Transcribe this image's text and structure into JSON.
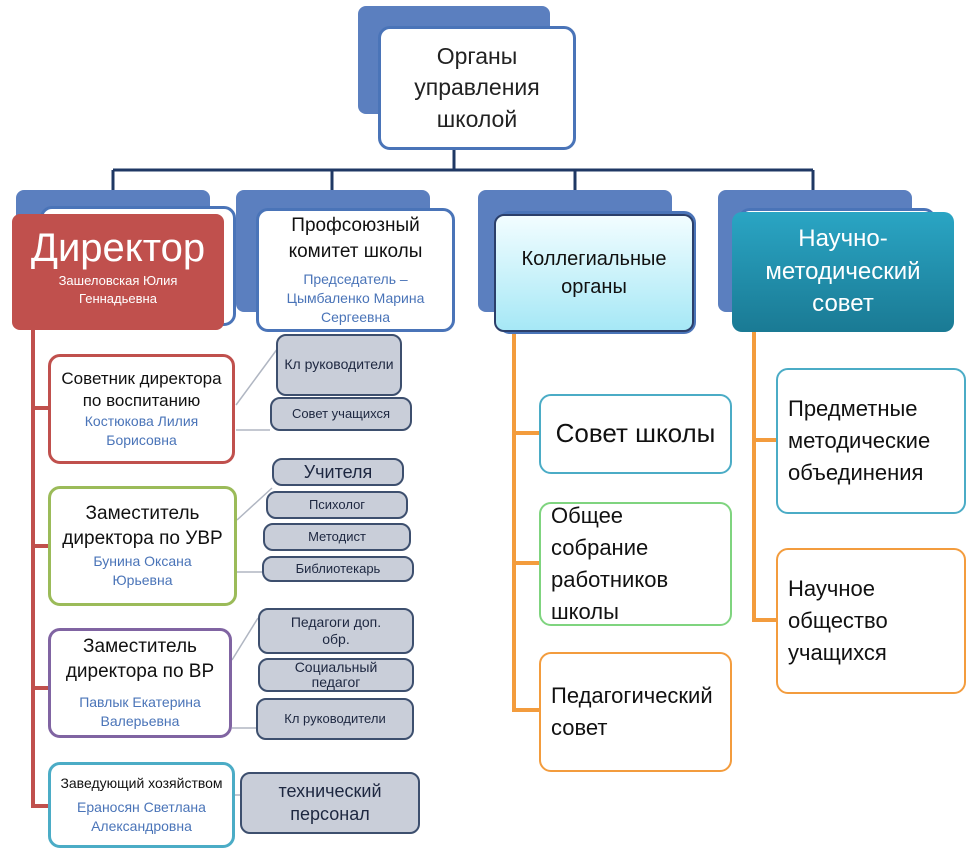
{
  "root": {
    "lines": [
      "Органы",
      "управления",
      "школой"
    ]
  },
  "director": {
    "title": "Директор",
    "name_lines": [
      "Зашеловская Юлия",
      "Геннадьевна"
    ]
  },
  "union": {
    "title_lines": [
      "Профсоюзный",
      "комитет школы"
    ],
    "chair_lines": [
      "Председатель –",
      "Цымбаленко Марина",
      "Сергеевна"
    ]
  },
  "collegial": {
    "title_lines": [
      "Коллегиальные",
      "органы"
    ]
  },
  "scientific": {
    "title_lines": [
      "Научно-",
      "методический",
      "совет"
    ]
  },
  "staff": [
    {
      "role_lines": [
        "Советник директора",
        "по воспитанию"
      ],
      "name_lines": [
        "Костюкова Лилия",
        "Борисовна"
      ],
      "color": "#c0504d"
    },
    {
      "role_lines": [
        "Заместитель",
        "директора по УВР"
      ],
      "name_lines": [
        "Бунина Оксана",
        "Юрьевна"
      ],
      "color": "#9bbb59"
    },
    {
      "role_lines": [
        "Заместитель",
        "директора по ВР"
      ],
      "name_lines": [
        "Павлык Екатерина",
        "Валерьевна"
      ],
      "color": "#8064a2"
    },
    {
      "role_lines": [
        "Заведующий хозяйством"
      ],
      "name_lines": [
        "Ераносян Светлана",
        "Александровна"
      ],
      "color": "#4bacc6"
    }
  ],
  "sub_items": {
    "advisor": [
      "Кл руководители",
      "Совет учащихся"
    ],
    "uvr": [
      "Учителя",
      "Психолог",
      "Методист",
      "Библиотекарь"
    ],
    "vr": [
      "Педагоги доп. обр.",
      "Социальный педагог",
      "Кл руководители"
    ],
    "household": [
      "технический персонал"
    ]
  },
  "collegial_items": [
    "Совет школы",
    "Общее собрание работников школы",
    "Педагогический совет"
  ],
  "scientific_items": [
    "Предметные методические объединения",
    "Научное общество учащихся"
  ],
  "colors": {
    "navy": "#1f3864",
    "blue": "#4a74b8",
    "red": "#c0504d",
    "orange": "#f39c3d",
    "teal": "#1a7a94"
  }
}
